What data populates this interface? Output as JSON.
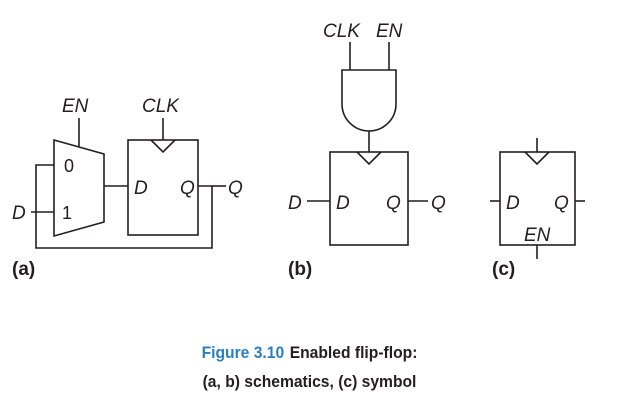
{
  "labels": {
    "en": "EN",
    "clk": "CLK",
    "d": "D",
    "q": "Q",
    "zero": "0",
    "one": "1"
  },
  "panels": {
    "a": "(a)",
    "b": "(b)",
    "c": "(c)"
  },
  "caption": {
    "figure_number": "Figure 3.10",
    "line1": "Enabled flip-flop:",
    "line2": "(a, b) schematics, (c) symbol"
  },
  "colors": {
    "ink": "#231f20",
    "caption_accent": "#2a7fc1"
  }
}
